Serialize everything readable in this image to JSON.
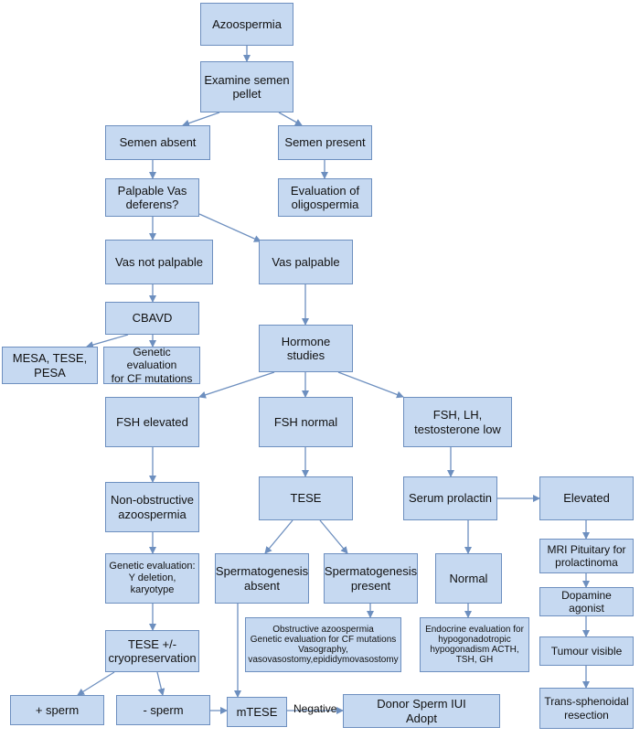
{
  "nodes": {
    "azoospermia": "Azoospermia",
    "examine_semen_pellet": "Examine semen\npellet",
    "semen_absent": "Semen absent",
    "semen_present": "Semen present",
    "palpable_vas_deferens": "Palpable Vas\ndeferens?",
    "evaluation_of_oligospermia": "Evaluation of\noligospermia",
    "vas_not_palpable": "Vas not palpable",
    "vas_palpable": "Vas palpable",
    "cbavd": "CBAVD",
    "mesa_tese_pesa": "MESA, TESE,\nPESA",
    "genetic_evaluation_cf": "Genetic evaluation\nfor CF mutations",
    "hormone_studies": "Hormone studies",
    "fsh_elevated": "FSH elevated",
    "fsh_normal": "FSH normal",
    "fsh_lh_testosterone_low": "FSH, LH,\ntestosterone low",
    "non_obstructive_azoospermia": "Non-obstructive\nazoospermia",
    "tese": "TESE",
    "serum_prolactin": "Serum prolactin",
    "elevated": "Elevated",
    "genetic_evaluation_y_deletion": "Genetic evaluation:\nY deletion,\nkaryotype",
    "spermatogenesis_absent": "Spermatogenesis\nabsent",
    "spermatogenesis_present": "Spermatogenesis\npresent",
    "normal": "Normal",
    "mri_pituitary": "MRI Pituitary  for\nprolactinoma",
    "obstructive_azoospermia_block": "Obstructive azoospermia\nGenetic evaluation for CF mutations\nVasography,\nvasovasostomy,epididymovasostomy",
    "endocrine_evaluation": "Endocrine evaluation for\nhypogonadotropic\nhypogonadism ACTH,\nTSH, GH",
    "dopamine_agonist": "Dopamine agonist",
    "tese_cryopreservation": "TESE +/-\ncryopreservation",
    "tumour_visible": "Tumour visible",
    "plus_sperm": "+ sperm",
    "minus_sperm": "- sperm",
    "mtese": "mTESE",
    "donor_sperm_iui_adopt": "Donor Sperm IUI\nAdopt",
    "trans_sphenoidal_resection": "Trans-sphenoidal\nresection"
  },
  "edge_labels": {
    "negative": "Negative"
  },
  "colors": {
    "node_fill": "#c6d9f1",
    "node_border": "#6d8fbf",
    "arrow": "#6d8fbf",
    "text": "#111111"
  }
}
